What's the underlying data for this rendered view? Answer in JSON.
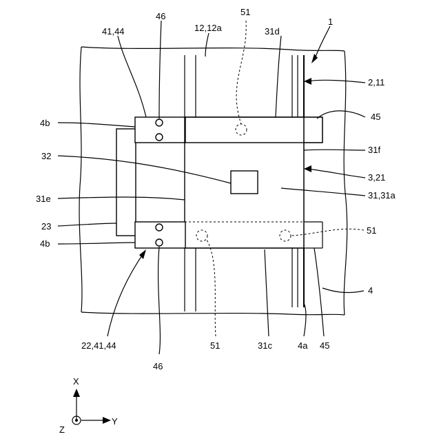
{
  "labels": {
    "ref_1": "1",
    "ref_2_11": "2,11",
    "ref_45_top": "45",
    "ref_31f": "31f",
    "ref_3_21": "3,21",
    "ref_31_31a": "31,31a",
    "ref_51_right": "51",
    "ref_4": "4",
    "ref_45_bottom": "45",
    "ref_4a": "4a",
    "ref_31c": "31c",
    "ref_51_bottom": "51",
    "ref_46_bottom": "46",
    "ref_22_41_44": "22,41,44",
    "ref_4b_lower": "4b",
    "ref_23": "23",
    "ref_31e": "31e",
    "ref_32": "32",
    "ref_4b_upper": "4b",
    "ref_41_44": "41,44",
    "ref_46_top": "46",
    "ref_12_12a": "12,12a",
    "ref_51_top": "51",
    "ref_31d": "31d"
  },
  "axes": {
    "x": "X",
    "y": "Y",
    "z": "Z"
  }
}
